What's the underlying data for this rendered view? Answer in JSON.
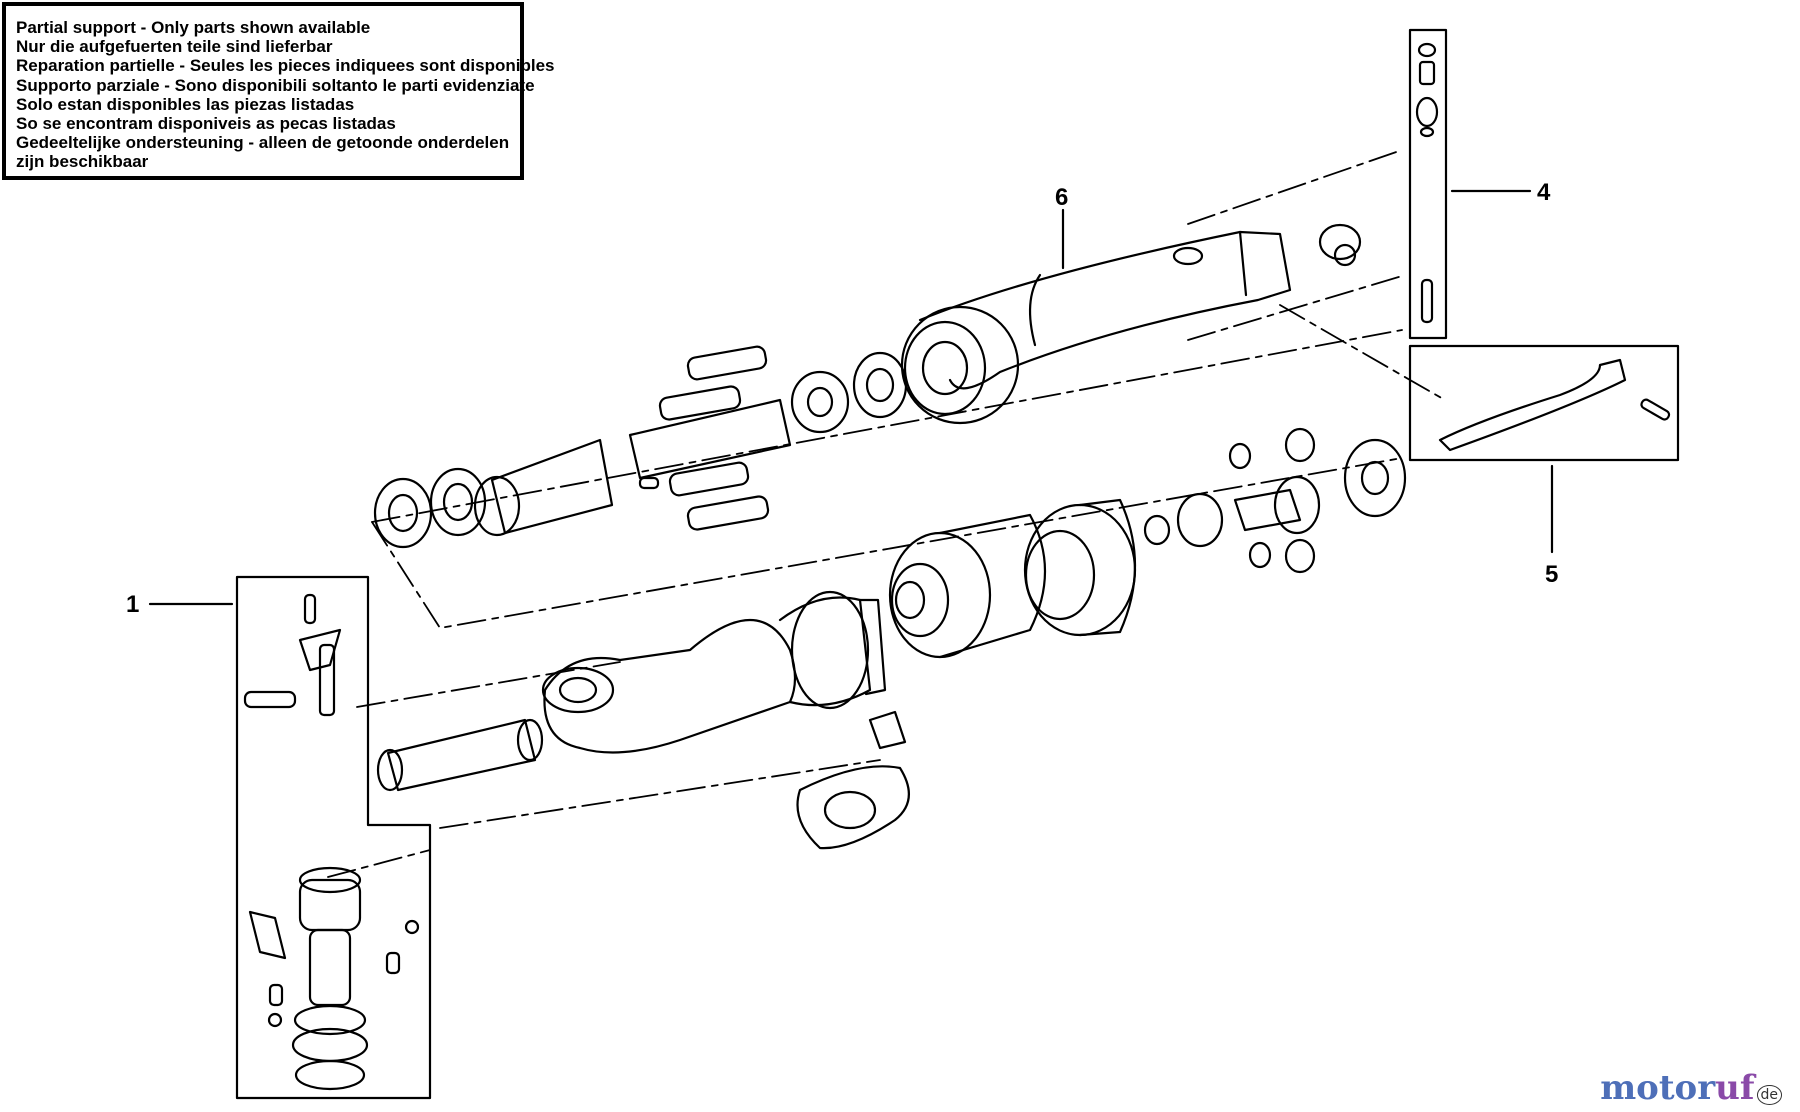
{
  "notice": {
    "lines": [
      "Partial support - Only parts shown available",
      "Nur die aufgefuerten teile sind lieferbar",
      "Reparation partielle - Seules les pieces indiquees sont disponibles",
      "Supporto parziale - Sono disponibili soltanto le parti evidenziate",
      "Solo estan disponibles las piezas listadas",
      "So se encontram disponiveis as pecas listadas",
      "Gedeeltelijke ondersteuning - alleen de getoonde onderdelen",
      "zijn beschikbaar"
    ]
  },
  "callouts": {
    "c1": "1",
    "c4": "4",
    "c5": "5",
    "c6": "6"
  },
  "watermark": {
    "part1": "motor",
    "part2": "uf",
    "tld": "de"
  },
  "colors": {
    "ink": "#000000",
    "brand_blue": "#4e6fb8",
    "brand_purple": "#8a4aa8"
  }
}
